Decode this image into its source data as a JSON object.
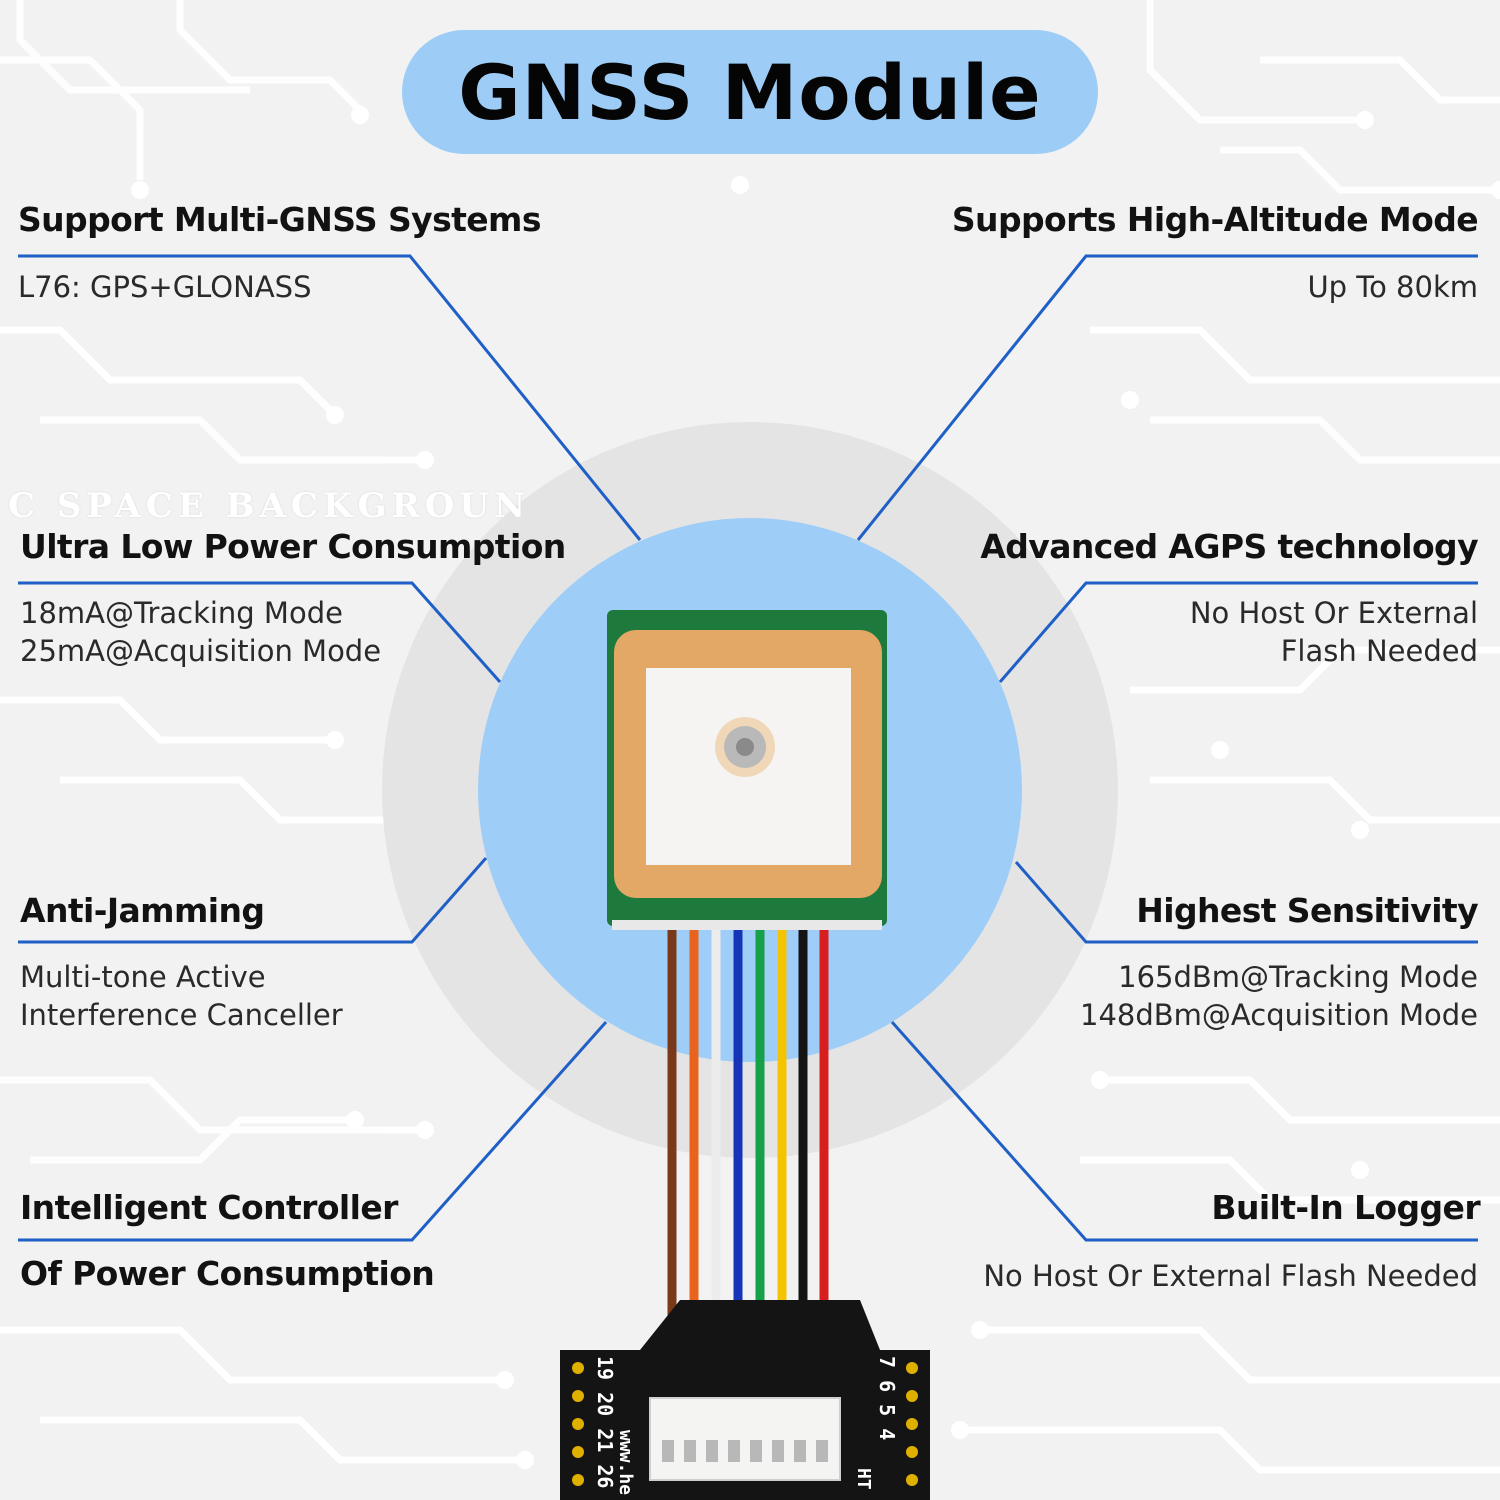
{
  "title": "GNSS Module",
  "watermark_text": "C SPACE BACKGROUN",
  "features_left": [
    {
      "title": "Support Multi-GNSS Systems",
      "desc": [
        "L76: GPS+GLONASS"
      ]
    },
    {
      "title": "Ultra Low Power Consumption",
      "desc": [
        "18mA@Tracking Mode",
        "25mA@Acquisition Mode"
      ]
    },
    {
      "title": "Anti-Jamming",
      "desc": [
        "Multi-tone Active",
        "Interference Canceller"
      ]
    },
    {
      "title": "Intelligent Controller",
      "title2": "Of Power Consumption",
      "desc": []
    }
  ],
  "features_right": [
    {
      "title": "Supports High-Altitude Mode",
      "desc": [
        "Up To 80km"
      ]
    },
    {
      "title": "Advanced AGPS technology",
      "desc": [
        "No Host Or External",
        "Flash Needed"
      ]
    },
    {
      "title": "Highest Sensitivity",
      "desc": [
        "165dBm@Tracking Mode",
        "148dBm@Acquisition Mode"
      ]
    },
    {
      "title": "Built-In Logger",
      "desc": [
        "No Host Or External Flash Needed"
      ]
    }
  ],
  "board_labels": {
    "left_pins": "19 20 21 26",
    "right_pins": "7 6 5 4",
    "url_fragment": "www.he",
    "right_fragment": "HT"
  },
  "colors": {
    "accent_blue": "#1f5fc7",
    "title_pill": "#9dcdf7",
    "center_circle": "#9ecdf8",
    "halo": "#e4e4e4",
    "antenna_pcb": "#1e7a3c",
    "ceramic_border": "#e3a865",
    "ceramic_face": "#f6f4f2",
    "wires": [
      "#7a3a1a",
      "#e8641e",
      "#f2f2f2",
      "#1534b8",
      "#16a04a",
      "#f5c400",
      "#141414",
      "#d81f1f"
    ]
  }
}
